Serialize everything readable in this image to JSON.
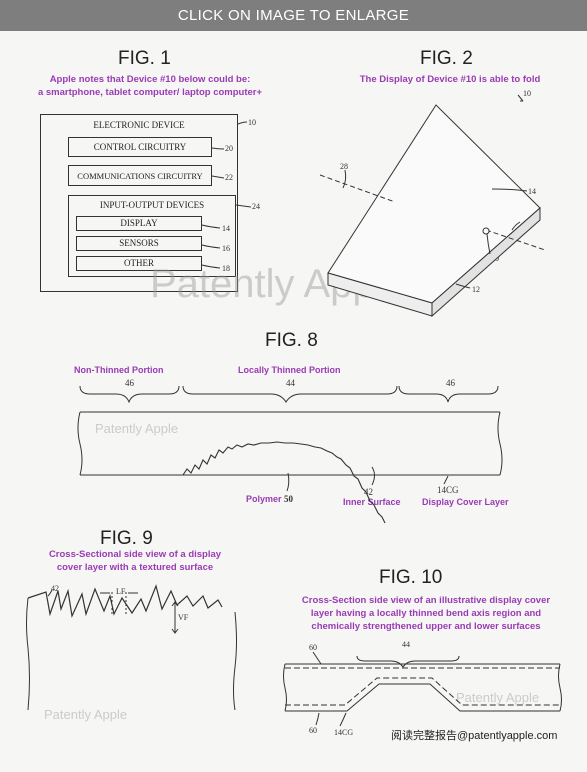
{
  "header": {
    "banner": "CLICK ON IMAGE TO ENLARGE"
  },
  "fig1": {
    "title": "FIG. 1",
    "caption_line1": "Apple notes that Device #10 below could be:",
    "caption_line2": "a smartphone, tablet computer/ laptop computer+",
    "outer_label": "ELECTRONIC DEVICE",
    "outer_ref": "10",
    "control": "CONTROL CIRCUITRY",
    "control_ref": "20",
    "comms": "COMMUNICATIONS CIRCUITRY",
    "comms_ref": "22",
    "io": "INPUT-OUTPUT DEVICES",
    "io_ref": "24",
    "display": "DISPLAY",
    "display_ref": "14",
    "sensors": "SENSORS",
    "sensors_ref": "16",
    "other": "OTHER",
    "other_ref": "18"
  },
  "fig2": {
    "title": "FIG. 2",
    "caption": "The Display of Device #10 is able to fold",
    "ref_10": "10",
    "ref_14": "14",
    "ref_28a": "28",
    "ref_28b": "28",
    "ref_30": "30",
    "ref_12": "12"
  },
  "fig8": {
    "title": "FIG. 8",
    "label_non_thinned": "Non-Thinned Portion",
    "label_locally_thinned": "Locally Thinned Portion",
    "ref_46a": "46",
    "ref_44": "44",
    "ref_46b": "46",
    "polymer": "Polymer",
    "polymer_ref": "50",
    "inner_ref": "42",
    "inner_surface": "Inner Surface",
    "cover_ref": "14CG",
    "cover_layer": "Display Cover Layer"
  },
  "fig9": {
    "title": "FIG. 9",
    "caption_line1": "Cross-Sectional side view of a display",
    "caption_line2": "cover layer with a textured surface",
    "ref_42": "42",
    "ref_lf": "LF",
    "ref_vf": "VF"
  },
  "fig10": {
    "title": "FIG. 10",
    "caption_line1": "Cross-Section side view of an illustrative display cover",
    "caption_line2": "layer having a locally thinned bend axis region and",
    "caption_line3": "chemically strengthened upper and lower surfaces",
    "ref_60a": "60",
    "ref_44": "44",
    "ref_60b": "60",
    "ref_14cg": "14CG"
  },
  "watermarks": {
    "main": "Patently Apple",
    "fig8": "Patently Apple",
    "fig9": "Patently Apple",
    "fig10": "Patently Apple"
  },
  "footer": {
    "text": "阅读完整报告@patentlyapple.com"
  }
}
